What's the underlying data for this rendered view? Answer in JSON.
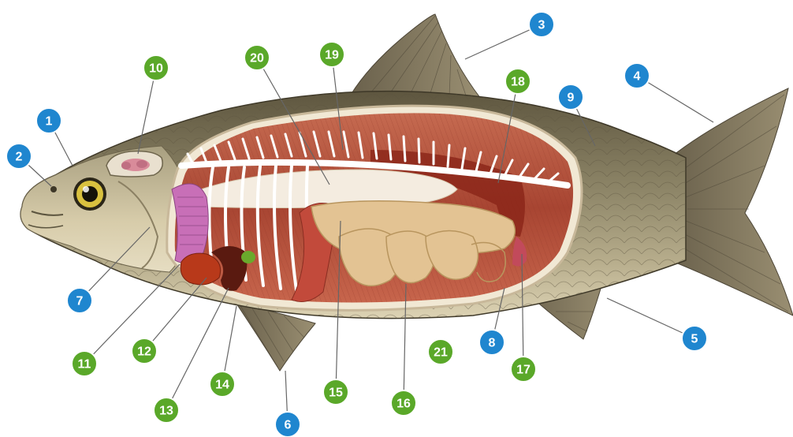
{
  "diagram": {
    "colors": {
      "blue_badge": "#1f86cf",
      "green_badge": "#5aa829",
      "leader_line": "#666666",
      "fish_body": "#8c8469",
      "fish_belly": "#d9cfb0",
      "body_cavity": "#b34f3c",
      "gill": "#c86fb7",
      "liver": "#b8391a",
      "gallbladder": "#6aaa2c",
      "intestine": "#e3c393",
      "swim_bladder": "#efe6d4",
      "fins": "#7a6f58"
    },
    "callouts": [
      {
        "label": "1",
        "color": "blue"
      },
      {
        "label": "2",
        "color": "blue"
      },
      {
        "label": "3",
        "color": "blue"
      },
      {
        "label": "4",
        "color": "blue"
      },
      {
        "label": "5",
        "color": "blue"
      },
      {
        "label": "6",
        "color": "blue"
      },
      {
        "label": "7",
        "color": "blue"
      },
      {
        "label": "8",
        "color": "blue"
      },
      {
        "label": "9",
        "color": "blue"
      },
      {
        "label": "10",
        "color": "green"
      },
      {
        "label": "11",
        "color": "green"
      },
      {
        "label": "12",
        "color": "green"
      },
      {
        "label": "13",
        "color": "green"
      },
      {
        "label": "14",
        "color": "green"
      },
      {
        "label": "15",
        "color": "green"
      },
      {
        "label": "16",
        "color": "green"
      },
      {
        "label": "17",
        "color": "green"
      },
      {
        "label": "18",
        "color": "green"
      },
      {
        "label": "19",
        "color": "green"
      },
      {
        "label": "20",
        "color": "green"
      },
      {
        "label": "21",
        "color": "green"
      }
    ]
  }
}
